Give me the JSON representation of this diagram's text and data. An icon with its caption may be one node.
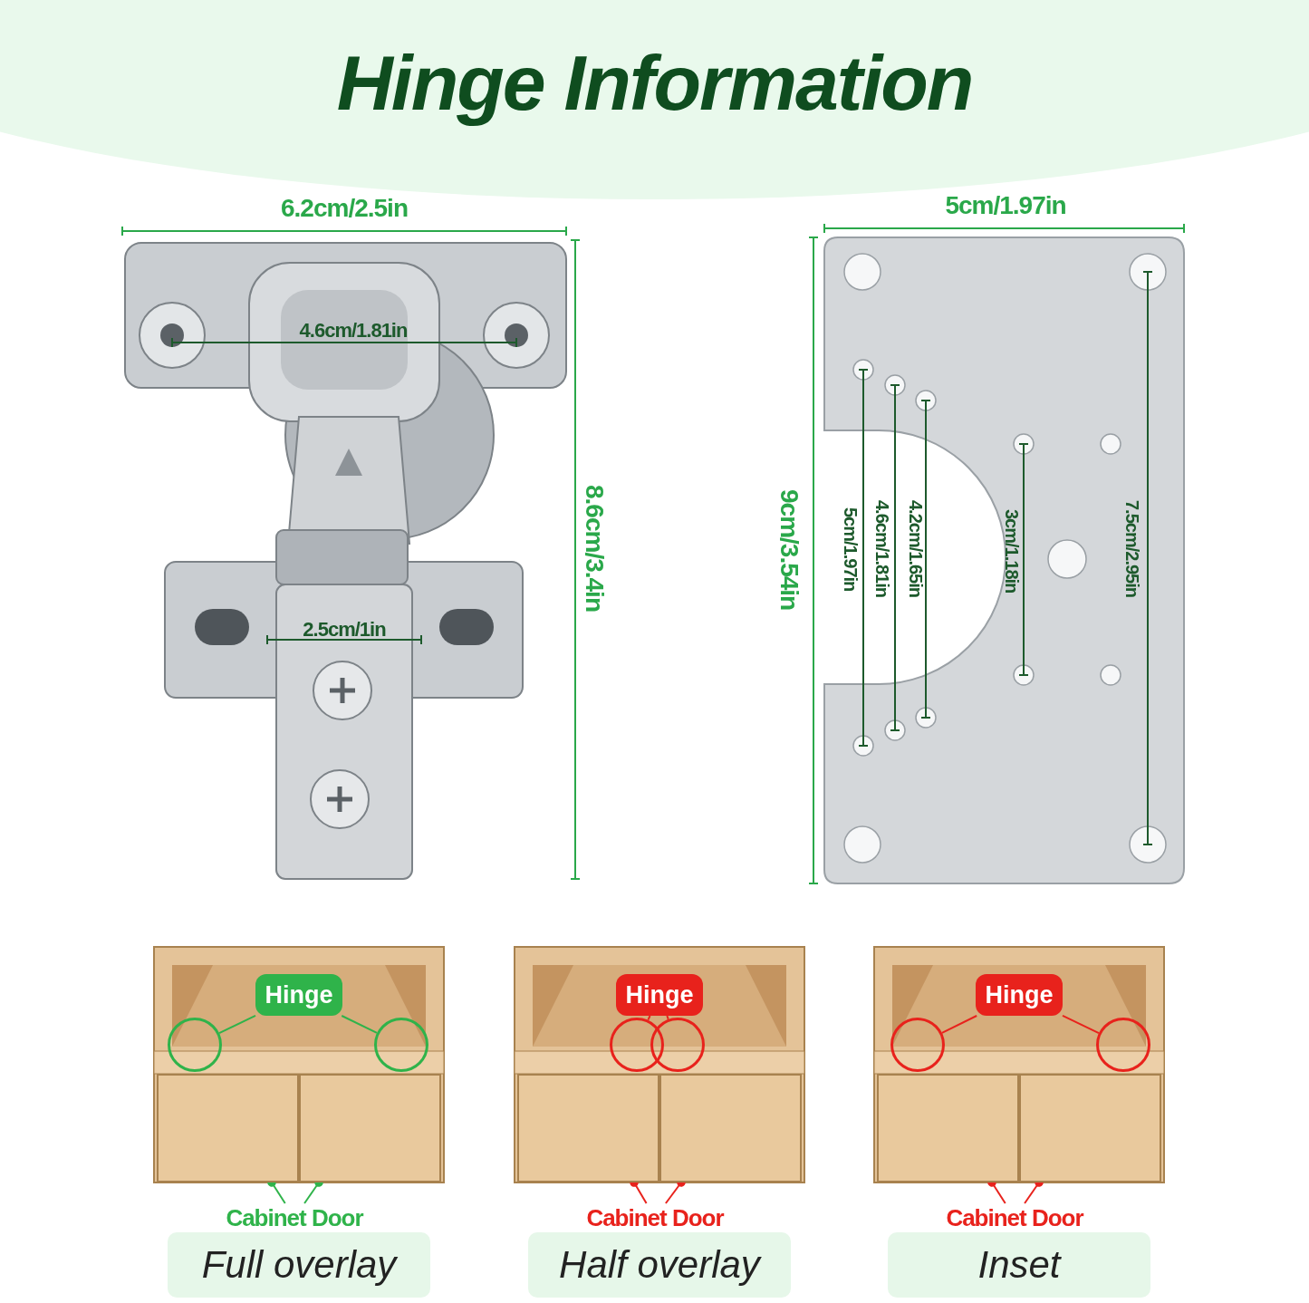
{
  "diagram": {
    "title": "Hinge Information",
    "nodes": [
      {
        "text": [
          "Hinge"
        ]
      },
      {
        "text": [],
        "shape": "circle"
      },
      {
        "text": [],
        "shape": "circle"
      },
      {
        "text": [
          "Cabinet Door"
        ]
      },
      {
        "text": [],
        "shape": "box"
      },
      {
        "text": [],
        "shape": "box"
      },
      {
        "text": [
          "Full overlay"
        ]
      },
      {
        "text": [
          "Hinge"
        ]
      },
      {
        "text": [],
        "shape": "circle"
      },
      {
        "text": [],
        "shape": "circle"
      },
      {
        "text": [
          "Cabinet Door"
        ]
      },
      {
        "text": [],
        "shape": "box"
      },
      {
        "text": [],
        "shape": "box"
      },
      {
        "text": [
          "Half overlay"
        ]
      },
      {
        "text": [
          "Hinge"
        ]
      },
      {
        "text": [],
        "shape": "circle"
      },
      {
        "text": [],
        "shape": "circle"
      },
      {
        "text": [
          "Cabinet Door"
        ]
      },
      {
        "text": [],
        "shape": "box"
      },
      {
        "text": [],
        "shape": "box"
      },
      {
        "text": [
          "Inset"
        ]
      }
    ],
    "edges": [
      {
        "from": 0,
        "to": 1,
        "arrow": "none",
        "color": "#2fb34a"
      },
      {
        "from": 0,
        "to": 2,
        "arrow": "none",
        "color": "#2fb34a"
      },
      {
        "from": 3,
        "to": 4,
        "arrow": "other",
        "color": "#2fb34a"
      },
      {
        "from": 3,
        "to": 5,
        "arrow": "other",
        "color": "#2fb34a"
      },
      {
        "from": 7,
        "to": 8,
        "arrow": "none"
      },
      {
        "from": 7,
        "to": 9,
        "arrow": "none"
      },
      {
        "from": 10,
        "to": 11,
        "arrow": "other"
      },
      {
        "from": 10,
        "to": 12,
        "arrow": "other"
      },
      {
        "from": 14,
        "to": 15,
        "arrow": "none"
      },
      {
        "from": 14,
        "to": 16,
        "arrow": "none"
      },
      {
        "from": 17,
        "to": 18,
        "arrow": "other"
      },
      {
        "from": 17,
        "to": 19,
        "arrow": "other"
      }
    ],
    "labels": [
      "6.2cm/2.5in",
      "5cm/1.97in",
      "4.6cm/1.81in",
      "8.6cm/3.4in",
      "9cm/3.54in",
      "5cm/1.97in",
      "4.6cm/1.81in",
      "4.2cm/1.65in",
      "3cm/1.18in",
      "7.5cm/2.95in",
      "2.5cm/1in"
    ]
  }
}
